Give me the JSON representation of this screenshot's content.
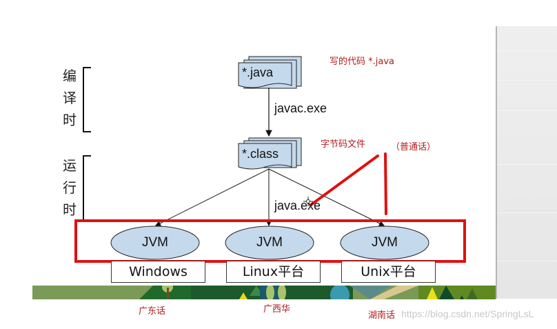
{
  "brackets": {
    "compile_time": "编译时",
    "run_time": "运行时"
  },
  "files": {
    "source": "*.java",
    "bytecode": "*.class"
  },
  "edges": {
    "compile_tool": "javac.exe",
    "run_tool": "java.exe"
  },
  "jvms": [
    "JVM",
    "JVM",
    "JVM"
  ],
  "platforms": [
    "Windows",
    "Linux平台",
    "Unix平台"
  ],
  "annotations": {
    "source_note": "写的代码 *.java",
    "bytecode_note": "字节码文件",
    "mandarin_note": "（普通话）",
    "dialects": [
      "广东话",
      "广西华",
      "湖南话"
    ]
  },
  "colors": {
    "file_fill": "#c5d9ec",
    "jvm_fill": "#c5d9ec",
    "highlight_red": "#e01010",
    "annotation_red": "#b31b1b"
  },
  "watermark": "https://blog.csdn.net/SpringLsL"
}
